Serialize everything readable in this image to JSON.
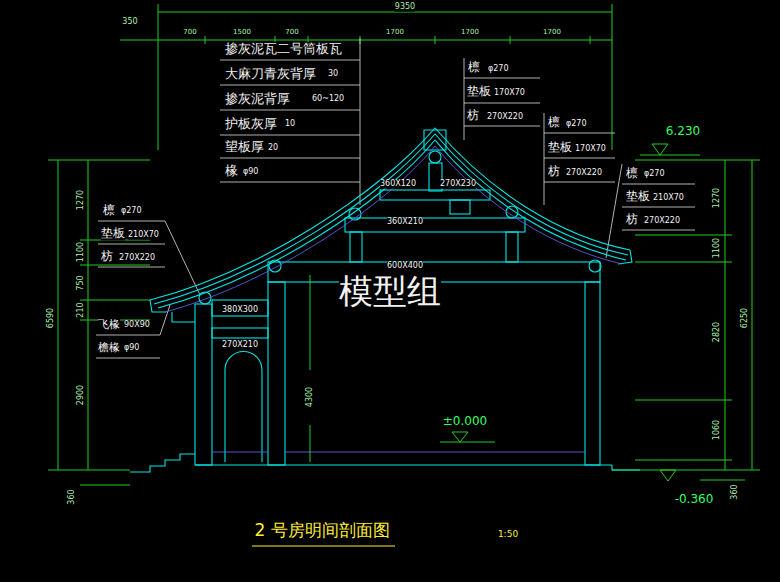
{
  "diagram": {
    "title": "2 号房明间剖面图",
    "labels": [
      "350",
      "9350",
      "700",
      "1500",
      "700",
      "1700",
      "1700",
      "1700",
      "掺灰泥瓦二号筒板瓦",
      "大麻刀青灰背厚",
      "30",
      "掺灰泥背厚",
      "60~120",
      "护板灰厚",
      "10",
      "望板厚",
      "20",
      "椽",
      "φ90",
      "檩",
      "φ270",
      "垫板",
      "170X70",
      "枋",
      "270X220",
      "檩",
      "φ270",
      "垫板",
      "170X70",
      "枋",
      "270X220",
      "檩",
      "φ270",
      "垫板",
      "210X70",
      "枋",
      "270X220",
      "檩",
      "φ270",
      "垫板",
      "210X70",
      "枋",
      "270X220",
      "飞椽",
      "90X90",
      "檐椽",
      "φ90",
      "360X120",
      "270X230",
      "360X210",
      "600X400",
      "380X300",
      "270X210",
      "6.230",
      "±0.000",
      "-0.360",
      "4300",
      "1270",
      "1100",
      "750",
      "210",
      "2900",
      "6590",
      "360",
      "1270",
      "1100",
      "2820",
      "1060",
      "6250",
      "360",
      "模型组",
      "1:50"
    ]
  }
}
